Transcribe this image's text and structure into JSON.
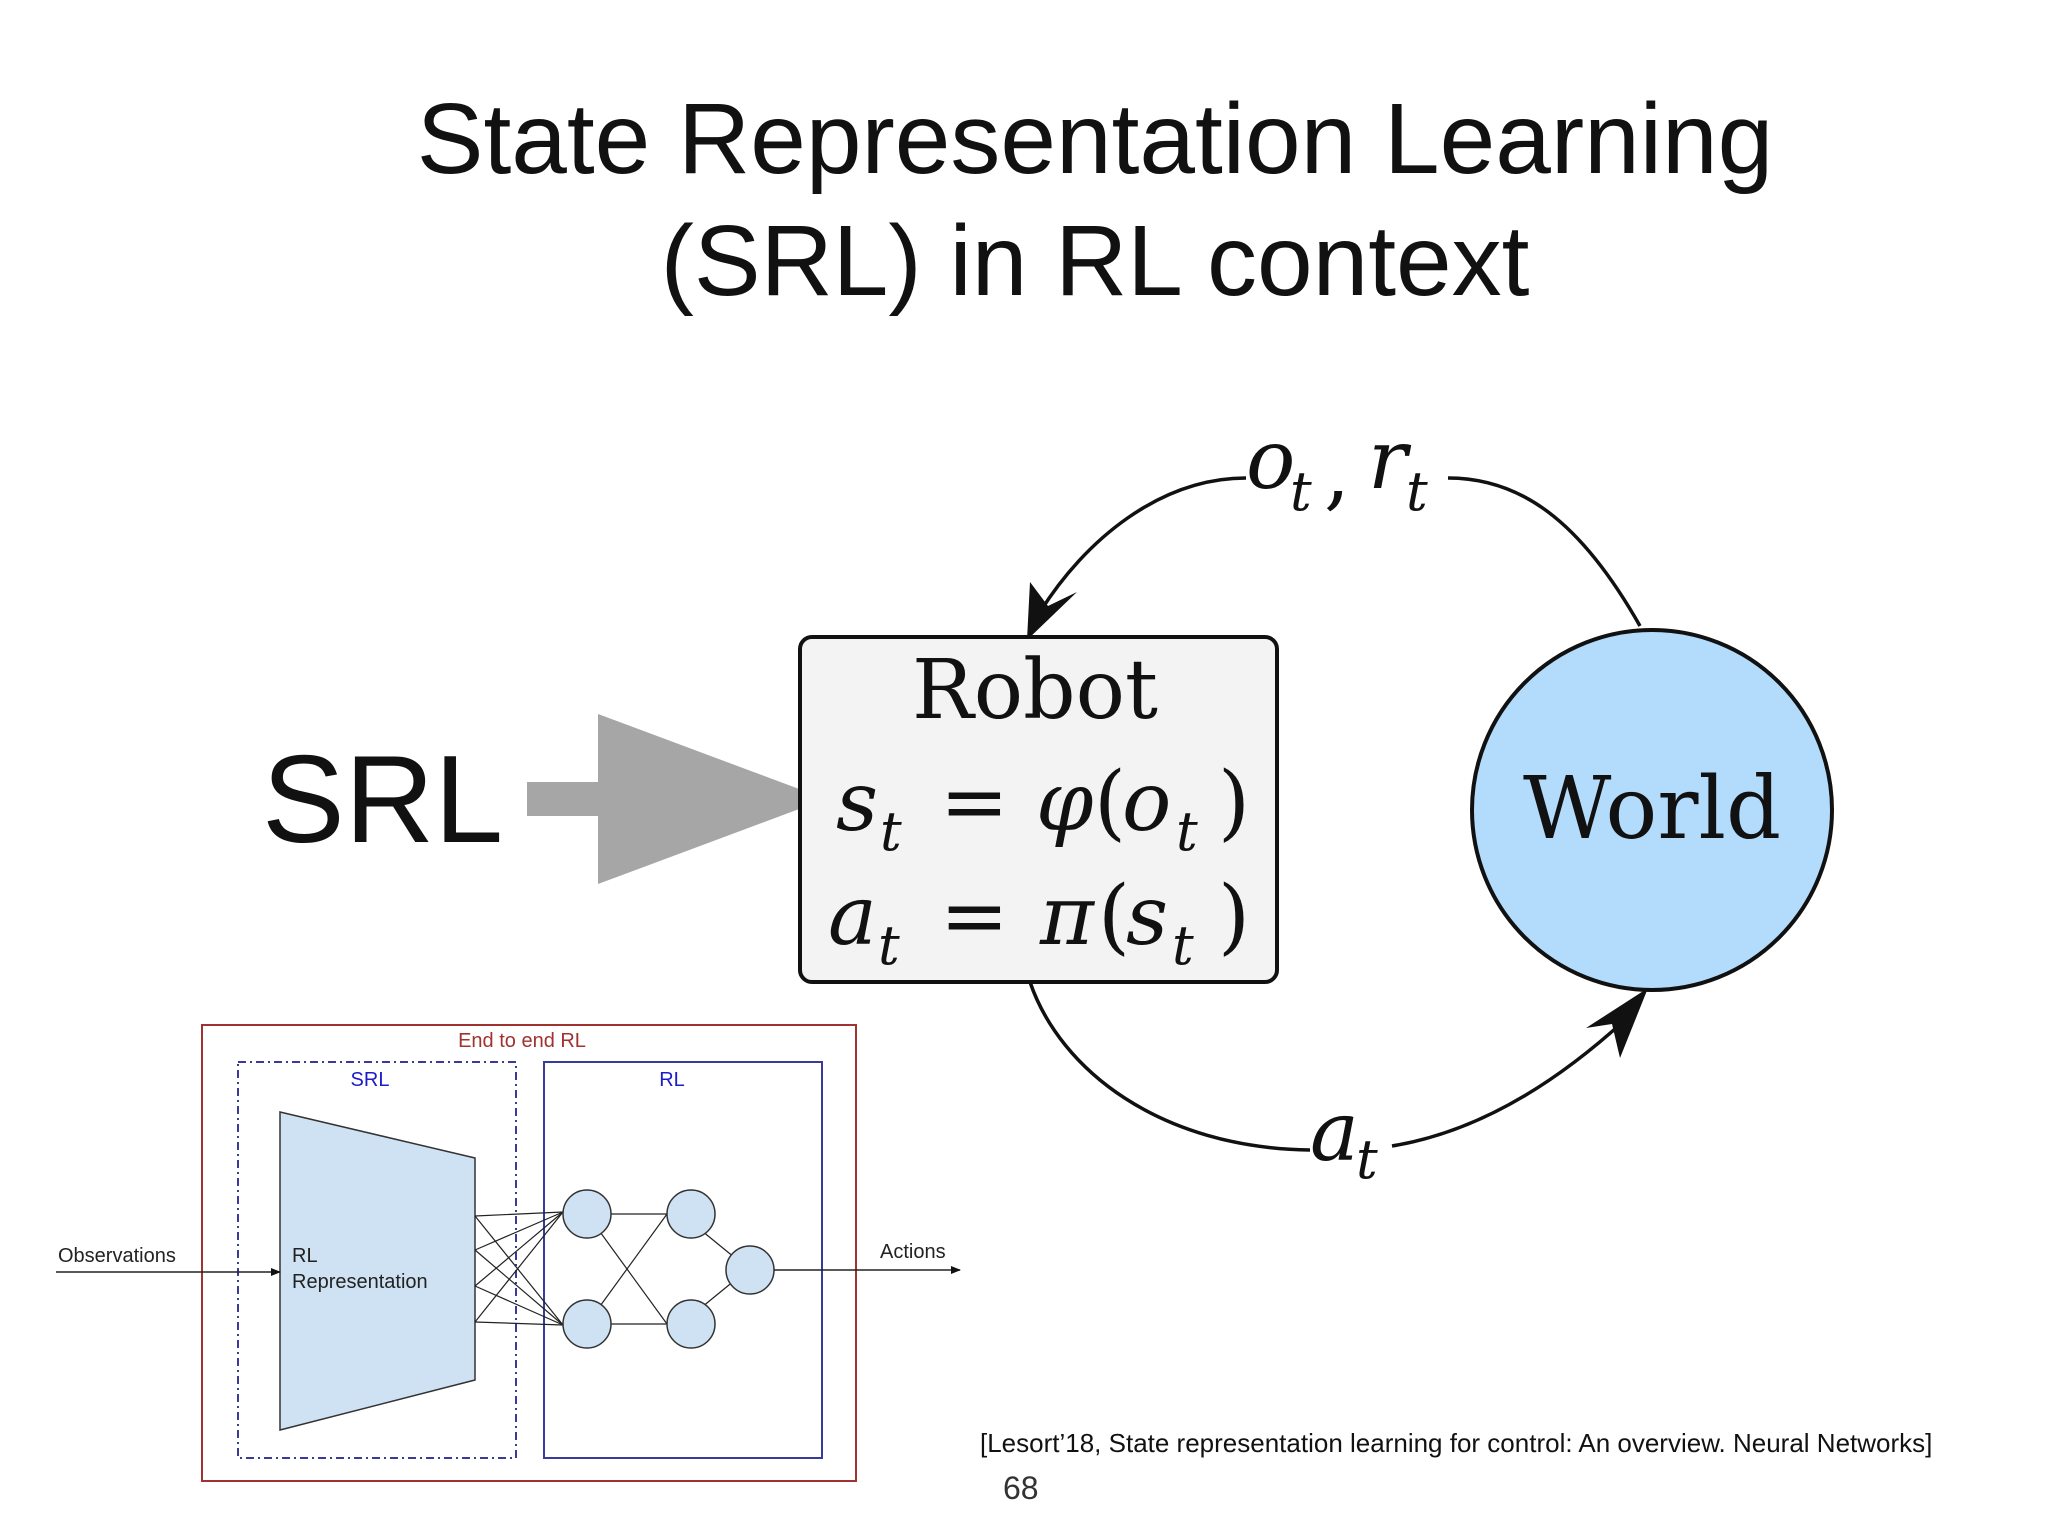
{
  "slide": {
    "title_line1": "State Representation Learning",
    "title_line2": "(SRL) in RL context",
    "srl_label": "SRL",
    "citation": "[Lesort’18, State representation learning for control: An overview. Neural Networks]",
    "page_number": "68"
  },
  "loop_diagram": {
    "robot_label": "Robot",
    "world_label": "World",
    "observation_label": "o",
    "reward_label": "r",
    "subscript": "t",
    "action_label": "a",
    "state_equation": {
      "lhs": "s",
      "rhs_fn": "φ",
      "rhs_arg": "o"
    },
    "action_equation": {
      "lhs": "a",
      "rhs_fn": "π",
      "rhs_arg": "s"
    },
    "colors": {
      "world_fill": "#b3dbfc",
      "robot_fill": "#f3f3f3",
      "big_arrow": "#a6a6a6"
    }
  },
  "e2e_diagram": {
    "outer_label": "End to end RL",
    "srl_box_label": "SRL",
    "rl_box_label": "RL",
    "encoder_label_line1": "RL",
    "encoder_label_line2": "Representation",
    "input_label": "Observations",
    "output_label": "Actions",
    "colors": {
      "outer_border": "#a0322f",
      "srl_text": "#1c1cc8",
      "rl_border": "#3a3a9a",
      "node_fill": "#cfe2f3"
    }
  }
}
